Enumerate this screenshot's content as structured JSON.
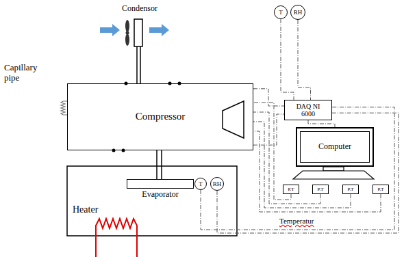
{
  "diagram": {
    "nodes": [
      {
        "text": [
          "T"
        ]
      },
      {
        "text": [
          "RH"
        ]
      },
      {
        "text": [
          "Compressor"
        ]
      },
      {
        "text": [
          "DAQ NI 6000"
        ]
      },
      {
        "text": [
          "Computer"
        ]
      },
      {
        "text": [
          "P.T"
        ]
      },
      {
        "text": [
          "P.T"
        ]
      },
      {
        "text": [
          "P.T"
        ]
      },
      {
        "text": [
          "P.T"
        ]
      },
      {
        "text": [
          "Evaporator"
        ]
      },
      {
        "text": [
          "T"
        ]
      },
      {
        "text": [
          "RH"
        ]
      }
    ],
    "edges": [
      {
        "from": 0,
        "to": 3,
        "arrow": "none"
      },
      {
        "from": 1,
        "to": 3,
        "arrow": "none"
      },
      {
        "from": 2,
        "to": 3,
        "arrow": "none"
      },
      {
        "from": 2,
        "to": 3,
        "arrow": "none"
      },
      {
        "from": 3,
        "to": 4,
        "arrow": "none"
      },
      {
        "from": 5,
        "to": 2,
        "arrow": "none"
      },
      {
        "from": 6,
        "to": 2,
        "arrow": "none"
      },
      {
        "from": 7,
        "to": 2,
        "arrow": "none"
      },
      {
        "from": 8,
        "to": 2,
        "arrow": "none"
      },
      {
        "from": 2,
        "to": 9,
        "arrow": "none"
      },
      {
        "from": 2,
        "to": 9,
        "arrow": "none"
      },
      {
        "from": 10,
        "to": 3,
        "arrow": "none"
      },
      {
        "from": 11,
        "to": 3,
        "arrow": "none"
      }
    ],
    "labels": [
      "Condensor",
      "Capillary pipe",
      "Heater",
      "Temperatur"
    ]
  }
}
